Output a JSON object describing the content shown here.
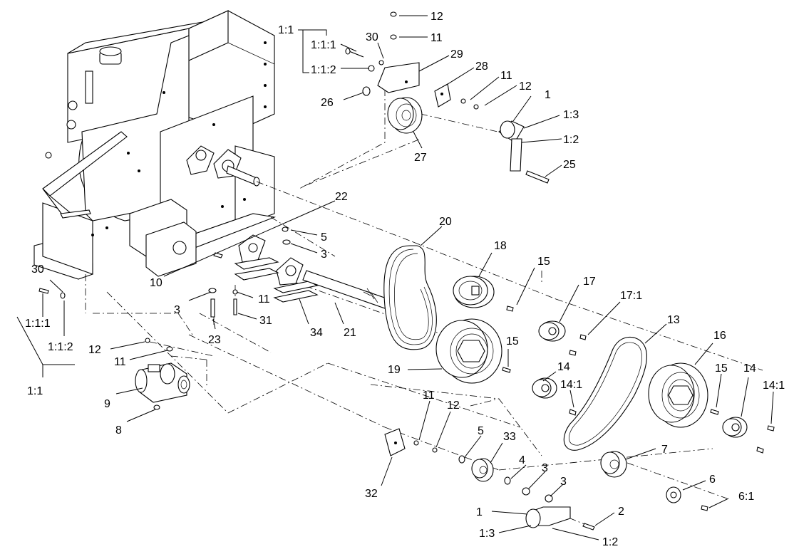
{
  "diagram": {
    "type": "exploded-parts-view",
    "callouts": [
      {
        "id": "c-1-1-top",
        "text": "1:1"
      },
      {
        "id": "c-1-1-1-top",
        "text": "1:1:1"
      },
      {
        "id": "c-1-1-2-top",
        "text": "1:1:2"
      },
      {
        "id": "c-30-top",
        "text": "30"
      },
      {
        "id": "c-12-top",
        "text": "12"
      },
      {
        "id": "c-11-top",
        "text": "11"
      },
      {
        "id": "c-29",
        "text": "29"
      },
      {
        "id": "c-28",
        "text": "28"
      },
      {
        "id": "c-11-mid",
        "text": "11"
      },
      {
        "id": "c-12-mid",
        "text": "12"
      },
      {
        "id": "c-1-top",
        "text": "1"
      },
      {
        "id": "c-1-3-top",
        "text": "1:3"
      },
      {
        "id": "c-1-2-top",
        "text": "1:2"
      },
      {
        "id": "c-26",
        "text": "26"
      },
      {
        "id": "c-27",
        "text": "27"
      },
      {
        "id": "c-25",
        "text": "25"
      },
      {
        "id": "c-22",
        "text": "22"
      },
      {
        "id": "c-20",
        "text": "20"
      },
      {
        "id": "c-5-top",
        "text": "5"
      },
      {
        "id": "c-3-top",
        "text": "3"
      },
      {
        "id": "c-18",
        "text": "18"
      },
      {
        "id": "c-15-a",
        "text": "15"
      },
      {
        "id": "c-17",
        "text": "17"
      },
      {
        "id": "c-17-1",
        "text": "17:1"
      },
      {
        "id": "c-10",
        "text": "10"
      },
      {
        "id": "c-30-left",
        "text": "30"
      },
      {
        "id": "c-3-left",
        "text": "3"
      },
      {
        "id": "c-11-left",
        "text": "11"
      },
      {
        "id": "c-31",
        "text": "31"
      },
      {
        "id": "c-34",
        "text": "34"
      },
      {
        "id": "c-21",
        "text": "21"
      },
      {
        "id": "c-13",
        "text": "13"
      },
      {
        "id": "c-16",
        "text": "16"
      },
      {
        "id": "c-23",
        "text": "23"
      },
      {
        "id": "c-1-1-1-left",
        "text": "1:1:1"
      },
      {
        "id": "c-1-1-2-left",
        "text": "1:1:2"
      },
      {
        "id": "c-12-left",
        "text": "12"
      },
      {
        "id": "c-11-left2",
        "text": "11"
      },
      {
        "id": "c-19",
        "text": "19"
      },
      {
        "id": "c-15-b",
        "text": "15"
      },
      {
        "id": "c-14-a",
        "text": "14"
      },
      {
        "id": "c-14-1-a",
        "text": "14:1"
      },
      {
        "id": "c-15-c",
        "text": "15"
      },
      {
        "id": "c-14-b",
        "text": "14"
      },
      {
        "id": "c-14-1-b",
        "text": "14:1"
      },
      {
        "id": "c-1-1-left",
        "text": "1:1"
      },
      {
        "id": "c-9",
        "text": "9"
      },
      {
        "id": "c-8",
        "text": "8"
      },
      {
        "id": "c-11-bot",
        "text": "11"
      },
      {
        "id": "c-12-bot",
        "text": "12"
      },
      {
        "id": "c-5-bot",
        "text": "5"
      },
      {
        "id": "c-33",
        "text": "33"
      },
      {
        "id": "c-7",
        "text": "7"
      },
      {
        "id": "c-4",
        "text": "4"
      },
      {
        "id": "c-3-bot-a",
        "text": "3"
      },
      {
        "id": "c-3-bot-b",
        "text": "3"
      },
      {
        "id": "c-6",
        "text": "6"
      },
      {
        "id": "c-6-1",
        "text": "6:1"
      },
      {
        "id": "c-32",
        "text": "32"
      },
      {
        "id": "c-1-bot",
        "text": "1"
      },
      {
        "id": "c-2",
        "text": "2"
      },
      {
        "id": "c-1-3-bot",
        "text": "1:3"
      },
      {
        "id": "c-1-2-bot",
        "text": "1:2"
      }
    ]
  }
}
